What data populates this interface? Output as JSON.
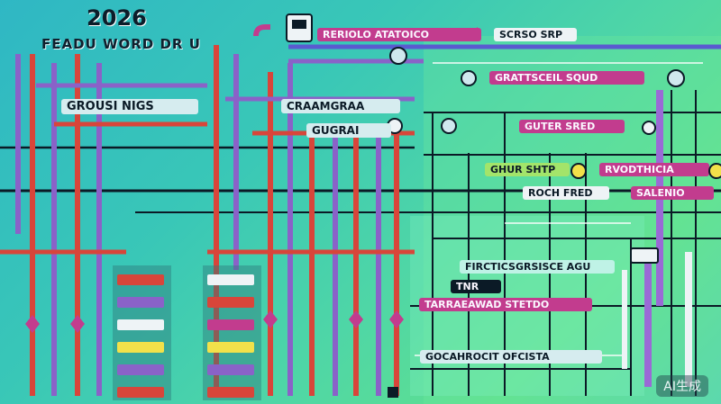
{
  "header": {
    "year": "2026",
    "subtitle": "FEADU WORD DR U"
  },
  "labels": {
    "top_bar": "RERIOLO ATATOICO",
    "top_bar_right": "SCRSO SRP",
    "graphic_sqd": "GRATTSCEIL SQUD",
    "left_group": "GROUSI NIGS",
    "mid_group": "CRAAMGRAA",
    "mid_group_sub": "GUGRAI",
    "enter_srd": "GUTER SRED",
    "ghur_shtp": "GHUR SHTP",
    "rvod": "RVODTHICIA",
    "roch": "ROCH FRED",
    "salenio": "SALENIO",
    "fractics": "FIRCTICSGRSISCE AGU",
    "tnr": "TNR",
    "tarrae": "TARRAEAWAD STETDO",
    "goca": "GOCAHROCIT OFCISTA"
  },
  "watermark": "AI生成",
  "colors": {
    "pink": "#c23c8e",
    "red": "#d8453a",
    "purple": "#8a62c8",
    "dark": "#0b1a26",
    "yellow": "#f2e14a"
  }
}
